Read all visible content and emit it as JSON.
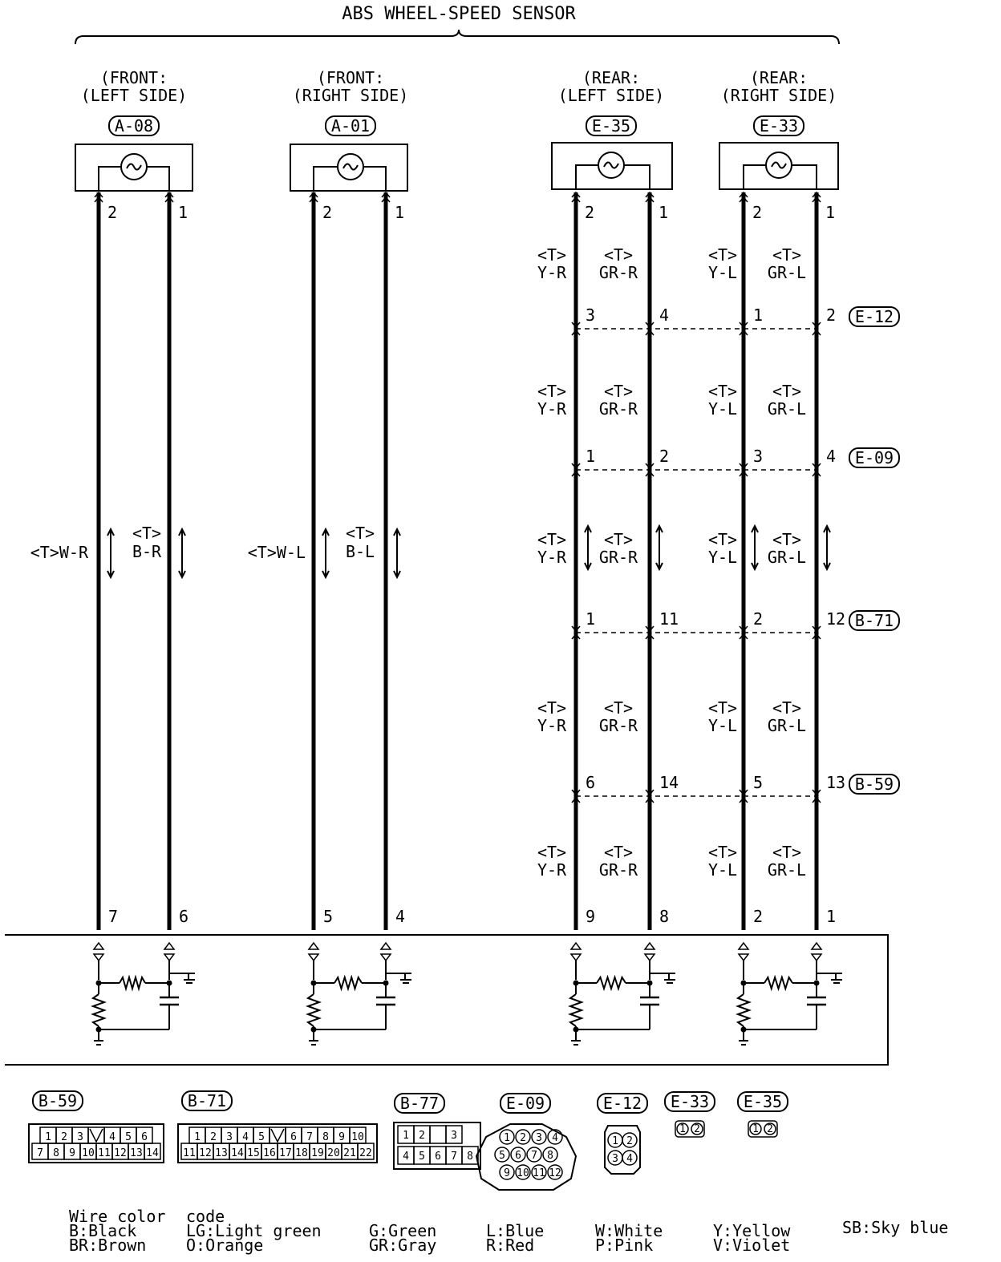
{
  "title": "ABS WHEEL-SPEED SENSOR",
  "sensors": [
    {
      "pos1": "FRONT:",
      "pos2": "LEFT SIDE",
      "connector": "A-08",
      "pins": [
        "2",
        "1"
      ]
    },
    {
      "pos1": "FRONT:",
      "pos2": "RIGHT SIDE",
      "connector": "A-01",
      "pins": [
        "2",
        "1"
      ]
    },
    {
      "pos1": "REAR:",
      "pos2": "LEFT SIDE",
      "connector": "E-35",
      "pins": [
        "2",
        "1"
      ]
    },
    {
      "pos1": "REAR:",
      "pos2": "RIGHT SIDE",
      "connector": "E-33",
      "pins": [
        "2",
        "1"
      ]
    }
  ],
  "front_wires": [
    {
      "label": "<T>W-R",
      "side": "left"
    },
    {
      "tag": "<T>",
      "color": "B-R"
    },
    {
      "label": "<T>W-L",
      "side": "left"
    },
    {
      "tag": "<T>",
      "color": "B-L"
    }
  ],
  "rear_wire_tag": "<T>",
  "rear_colors": [
    "Y-R",
    "GR-R",
    "Y-L",
    "GR-L"
  ],
  "junctions": [
    {
      "connector": "E-12",
      "pins": [
        "3",
        "4",
        "1",
        "2"
      ]
    },
    {
      "connector": "E-09",
      "pins": [
        "1",
        "2",
        "3",
        "4"
      ]
    },
    {
      "connector": "B-71",
      "pins": [
        "1",
        "11",
        "2",
        "12"
      ]
    },
    {
      "connector": "B-59",
      "pins": [
        "6",
        "14",
        "5",
        "13"
      ]
    }
  ],
  "ecu_pins": [
    "7",
    "6",
    "5",
    "4",
    "9",
    "8",
    "2",
    "1"
  ],
  "connector_views": [
    {
      "name": "B-59",
      "rows": [
        [
          "1",
          "2",
          "3",
          "",
          "4",
          "5",
          "6"
        ],
        [
          "7",
          "8",
          "9",
          "10",
          "11",
          "12",
          "13",
          "14"
        ]
      ]
    },
    {
      "name": "B-71",
      "rows": [
        [
          "1",
          "2",
          "3",
          "4",
          "5",
          "",
          "6",
          "7",
          "8",
          "9",
          "10"
        ],
        [
          "11",
          "12",
          "13",
          "14",
          "15",
          "16",
          "17",
          "18",
          "19",
          "20",
          "21",
          "22"
        ]
      ]
    },
    {
      "name": "B-77",
      "rows": [
        [
          "1",
          "2",
          "",
          "3"
        ],
        [
          "4",
          "5",
          "6",
          "7",
          "8"
        ]
      ]
    },
    {
      "name": "E-09",
      "pins": [
        "1",
        "2",
        "3",
        "4",
        "5",
        "6",
        "7",
        "8",
        "9",
        "10",
        "11",
        "12"
      ]
    },
    {
      "name": "E-12",
      "pins": [
        "1",
        "2",
        "3",
        "4"
      ]
    },
    {
      "name": "E-33",
      "pins": [
        "1",
        "2"
      ]
    },
    {
      "name": "E-35",
      "pins": [
        "1",
        "2"
      ]
    }
  ],
  "wire_color_code": {
    "heading1": "Wire color",
    "heading2": "code",
    "items": [
      {
        "code": "B",
        "name": "Black"
      },
      {
        "code": "BR",
        "name": "Brown"
      },
      {
        "code": "LG",
        "name": "Light green"
      },
      {
        "code": "O",
        "name": "Orange"
      },
      {
        "code": "G",
        "name": "Green"
      },
      {
        "code": "GR",
        "name": "Gray"
      },
      {
        "code": "L",
        "name": "Blue"
      },
      {
        "code": "R",
        "name": "Red"
      },
      {
        "code": "W",
        "name": "White"
      },
      {
        "code": "P",
        "name": "Pink"
      },
      {
        "code": "Y",
        "name": "Yellow"
      },
      {
        "code": "V",
        "name": "Violet"
      },
      {
        "code": "SB",
        "name": "Sky blue"
      }
    ]
  }
}
